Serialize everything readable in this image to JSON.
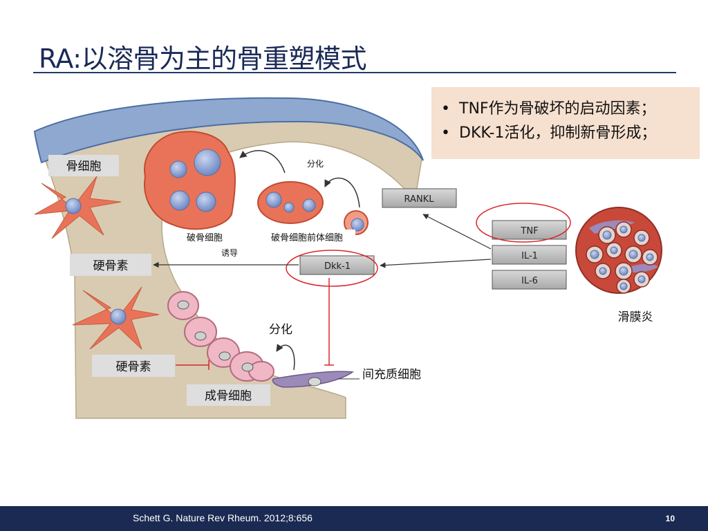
{
  "slide": {
    "title": "RA:以溶骨为主的骨重塑模式",
    "citation": "Schett G. Nature Rev Rheum. 2012;8:656",
    "page_number": "10"
  },
  "figure": {
    "callout_items": [
      "TNF作为骨破坏的启动因素；",
      "DKK-1活化，抑制新骨形成；"
    ],
    "labels": {
      "osteocyte": "骨细胞",
      "sclerostin_top": "硬骨素",
      "sclerostin_bottom": "硬骨素",
      "osteoblast": "成骨细胞",
      "osteoclast": "破骨细胞",
      "osteoclast_precursor": "破骨细胞前体细胞",
      "differentiation_top": "分化",
      "induction": "诱导",
      "differentiation_bottom": "分化",
      "mesenchymal_cell": "间充质细胞",
      "synovitis": "滑膜炎"
    },
    "boxes": {
      "rankl": "RANKL",
      "tnf": "TNF",
      "il1": "IL-1",
      "il6": "IL-6",
      "dkk1": "Dkk-1"
    },
    "colors": {
      "title": "#1a2a57",
      "bone": "#d9cbb1",
      "cartilage": "#8fa8cf",
      "osteoclast": "#e97358",
      "osteoblast": "#f0b7c5",
      "highlight_ring": "#d9262b",
      "footer": "#1b2a52",
      "callout_bg": "#f6e0cf"
    }
  }
}
